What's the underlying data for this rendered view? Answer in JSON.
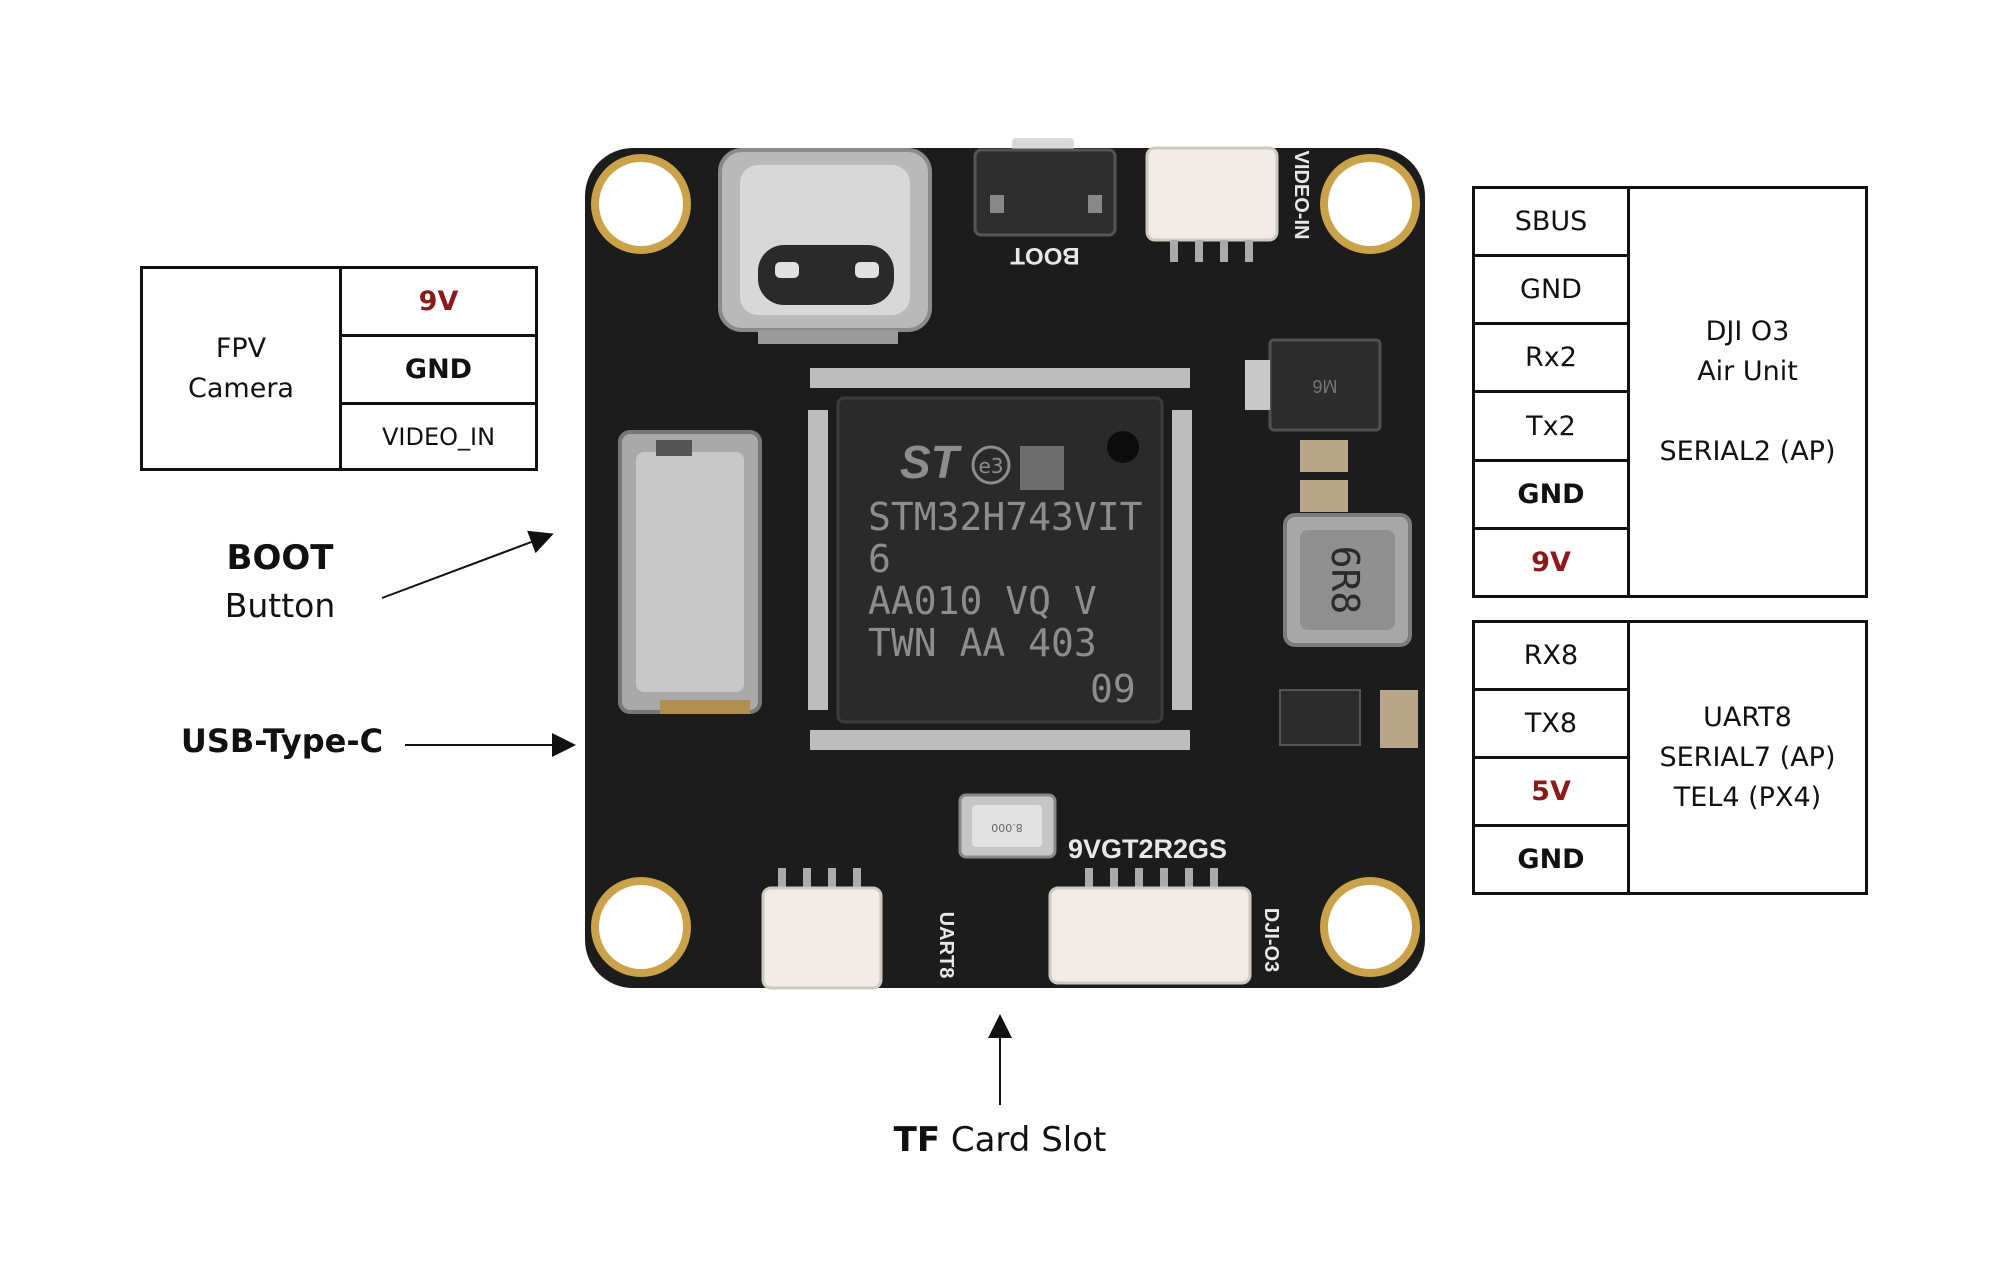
{
  "fpv_table": {
    "group": [
      "FPV",
      "Camera"
    ],
    "pins": [
      "9V",
      "GND",
      "VIDEO_IN"
    ]
  },
  "dji_table": {
    "pins": [
      "SBUS",
      "GND",
      "Rx2",
      "Tx2",
      "GND",
      "9V"
    ],
    "group": [
      "DJI O3",
      "Air Unit",
      "",
      "SERIAL2 (AP)"
    ]
  },
  "uart_table": {
    "pins": [
      "RX8",
      "TX8",
      "5V",
      "GND"
    ],
    "group": [
      "UART8",
      "SERIAL7 (AP)",
      "TEL4 (PX4)"
    ]
  },
  "callouts": {
    "boot_title": "BOOT",
    "boot_sub": "Button",
    "usb": "USB-Type-C",
    "tf_bold": "TF",
    "tf_rest": " Card Slot"
  },
  "board": {
    "boot_silk": "BOOT",
    "video_silk": "VIDEO-IN",
    "uart8_silk": "UART8",
    "dji_silk": "DJI-O3",
    "part_silk": "9VGT2R2GS",
    "chip_lines": [
      "STM32H743VIT",
      "6",
      "AA010  VQ  V",
      "TWN  AA  403",
      "09"
    ],
    "chip_badge": "e3",
    "inductor_text": "6R8",
    "diode_text": "M6",
    "crystal_text": "8.000"
  },
  "colors": {
    "board": "#1c1c1c",
    "gold": "#c9a24a",
    "pin_red": "#8b1a1a"
  }
}
